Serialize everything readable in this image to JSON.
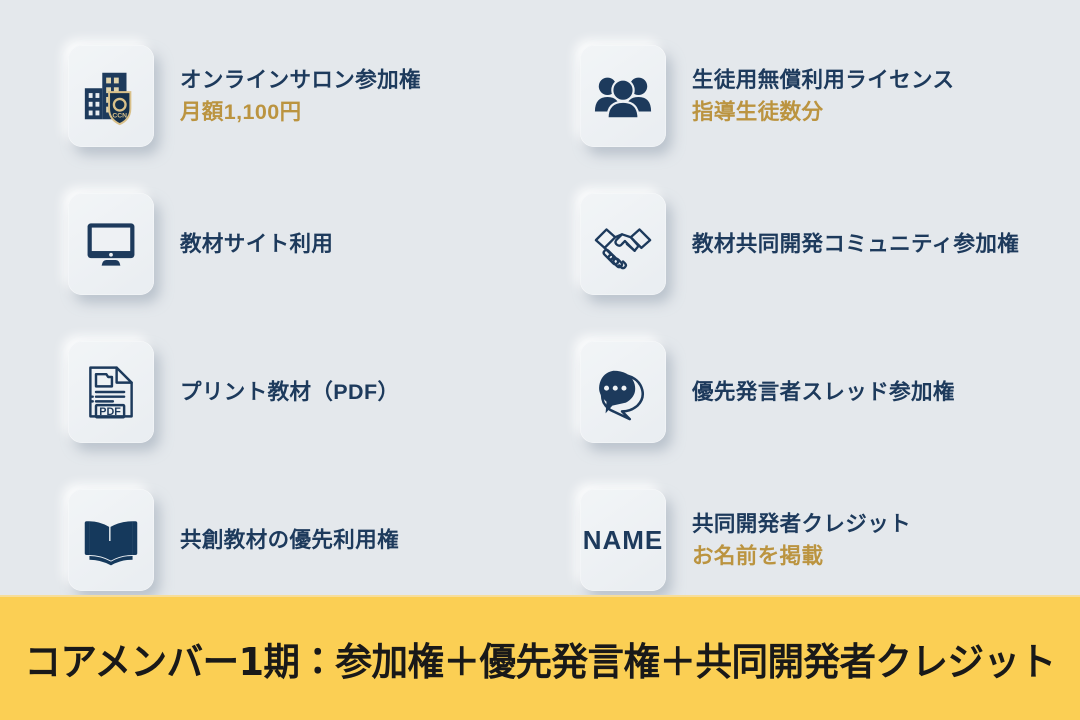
{
  "theme": {
    "background": "#e4e8ec",
    "tile_background": "#eef1f4",
    "text_navy": "#1d3a5c",
    "accent_gold": "#bb9440",
    "banner_background": "#fbcf54",
    "banner_text": "#191919"
  },
  "features": [
    {
      "icon": "building-shield-ccn-icon",
      "title": "オンラインサロン参加権",
      "sub": "月額1,100円"
    },
    {
      "icon": "users-group-icon",
      "title": "生徒用無償利用ライセンス",
      "sub": "指導生徒数分"
    },
    {
      "icon": "desktop-monitor-icon",
      "title": "教材サイト利用",
      "sub": ""
    },
    {
      "icon": "handshake-icon",
      "title": "教材共同開発コミュニティ参加権",
      "sub": ""
    },
    {
      "icon": "pdf-document-icon",
      "title": "プリント教材（PDF）",
      "sub": ""
    },
    {
      "icon": "speech-bubbles-icon",
      "title": "優先発言者スレッド参加権",
      "sub": ""
    },
    {
      "icon": "open-book-icon",
      "title": "共創教材の優先利用権",
      "sub": ""
    },
    {
      "icon": "name-text-icon",
      "icon_label": "NAME",
      "title": "共同開発者クレジット",
      "sub": "お名前を掲載"
    }
  ],
  "banner": {
    "text": "コアメンバー1期：参加権＋優先発言権＋共同開発者クレジット"
  }
}
